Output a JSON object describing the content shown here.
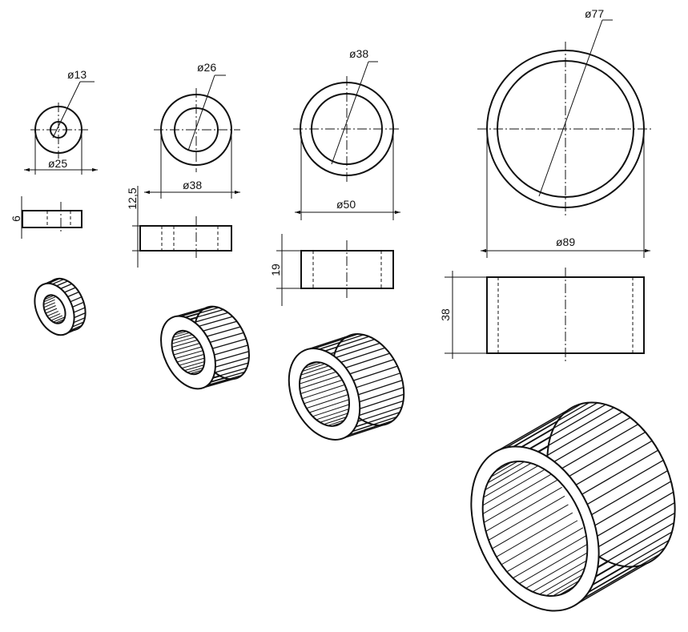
{
  "title": "Technical drawing of four cylindrical ring parts (top, side and isometric views)",
  "parts": [
    {
      "id": "ring-1",
      "inner_dia": "ø13",
      "outer_dia": "ø25",
      "height": "6"
    },
    {
      "id": "ring-2",
      "inner_dia": "ø26",
      "outer_dia": "ø38",
      "height": "12,5"
    },
    {
      "id": "ring-3",
      "inner_dia": "ø38",
      "outer_dia": "ø50",
      "height": "19"
    },
    {
      "id": "ring-4",
      "inner_dia": "ø77",
      "outer_dia": "ø89",
      "height": "38"
    }
  ],
  "colors": {
    "line": "#111111",
    "background": "#ffffff"
  }
}
